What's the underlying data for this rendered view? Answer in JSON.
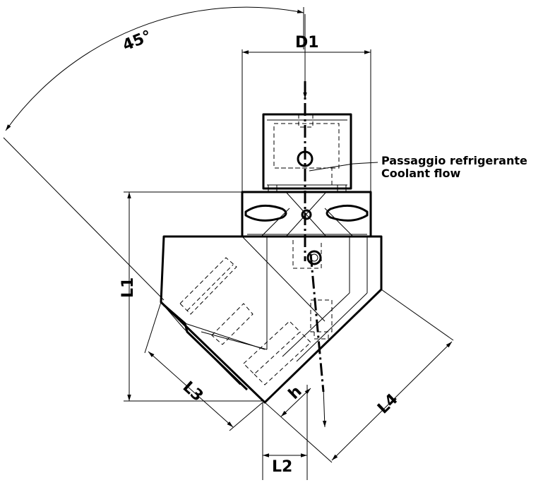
{
  "labels": {
    "angle": "45°",
    "d1": "D1",
    "l1": "L1",
    "l2": "L2",
    "l3": "L3",
    "l4": "L4",
    "h": "h",
    "coolant_it": "Passaggio refrigerante",
    "coolant_en": "Coolant flow"
  }
}
